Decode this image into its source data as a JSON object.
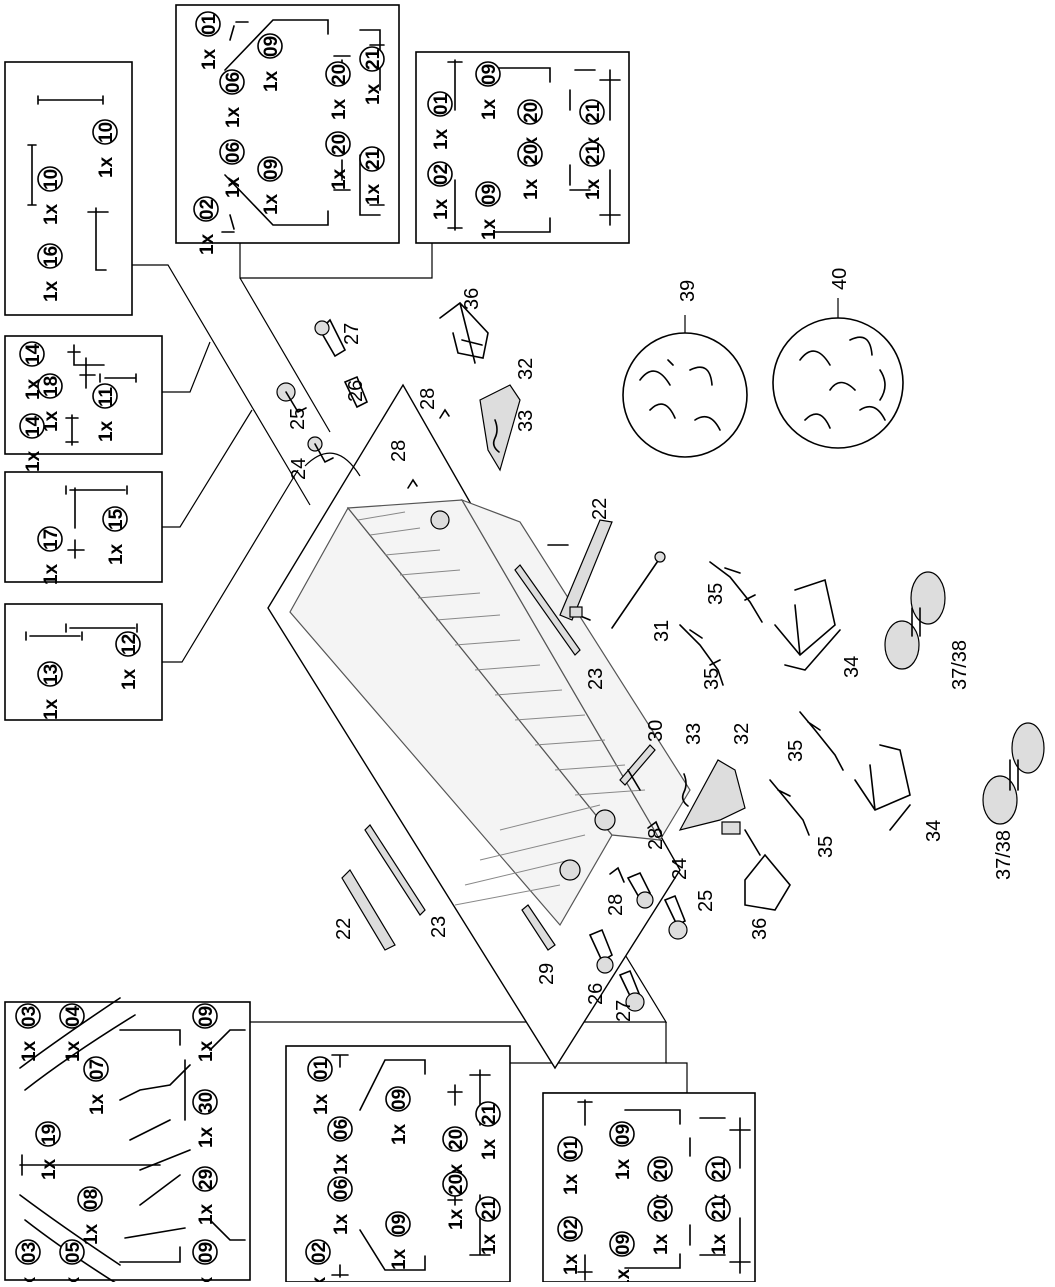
{
  "callouts": {
    "n22a": "22",
    "n23a": "23",
    "n31": "31",
    "n35a": "35",
    "n34a": "34",
    "n3738a": "37/38",
    "n35b": "35",
    "n36a": "36",
    "n32a": "32",
    "n33a": "33",
    "n28a": "28",
    "n28b": "28",
    "n27a": "27",
    "n26a": "26",
    "n25a": "25",
    "n24a": "24",
    "n39": "39",
    "n40": "40",
    "n30": "30",
    "n33b": "33",
    "n32b": "32",
    "n35c": "35",
    "n34b": "34",
    "n3738b": "37/38",
    "n35d": "35",
    "n28c": "28",
    "n24b": "24",
    "n25b": "25",
    "n36b": "36",
    "n28d": "28",
    "n22b": "22",
    "n23b": "23",
    "n29": "29",
    "n26b": "26",
    "n27b": "27"
  },
  "labels": {
    "qty_1x": "1x",
    "p01": "01",
    "p02": "02",
    "p03": "03",
    "p04": "04",
    "p05": "05",
    "p06": "06",
    "p07": "07",
    "p08": "08",
    "p09": "09",
    "p10": "10",
    "p11": "11",
    "p12": "12",
    "p13": "13",
    "p14": "14",
    "p15": "15",
    "p16": "16",
    "p17": "17",
    "p18": "18",
    "p19": "19",
    "p20": "20",
    "p21": "21",
    "p29": "29",
    "p30": "30"
  }
}
